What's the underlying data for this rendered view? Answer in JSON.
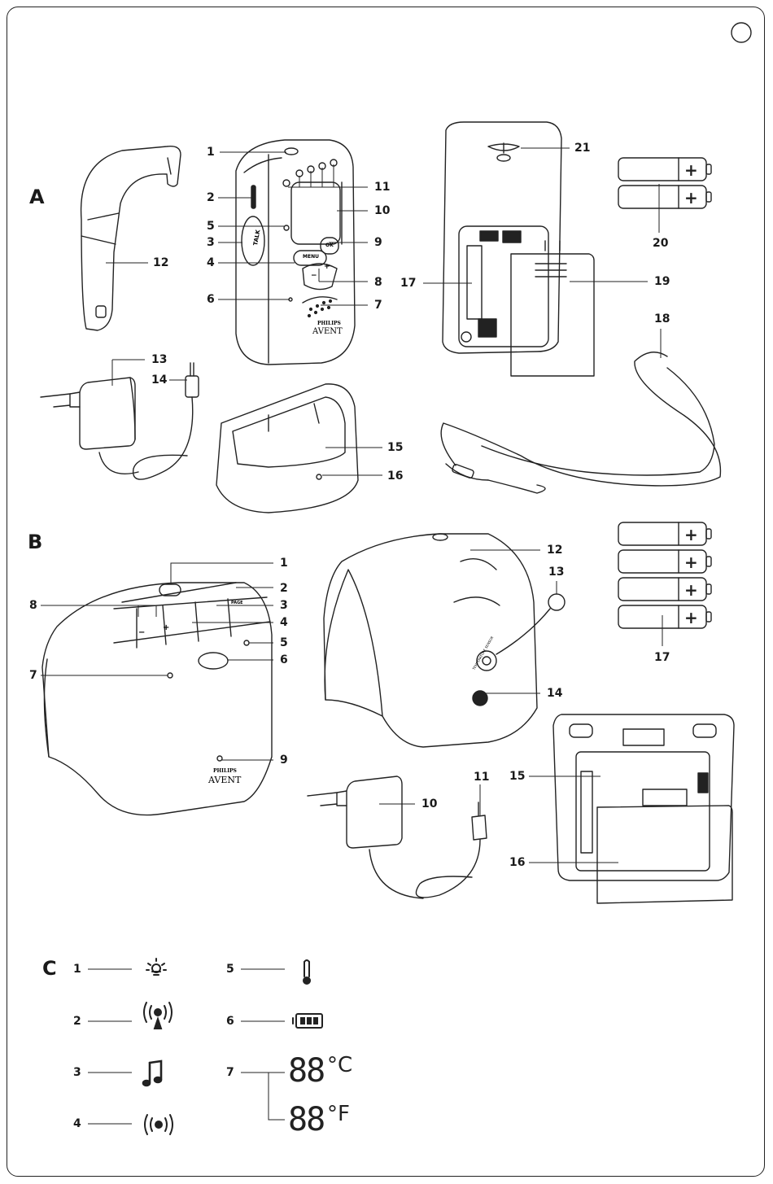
{
  "page_marker": "",
  "sections": {
    "a": "A",
    "b": "B",
    "c": "C"
  },
  "section_a": {
    "callouts": [
      "1",
      "2",
      "3",
      "4",
      "5",
      "6",
      "7",
      "8",
      "9",
      "10",
      "11",
      "12",
      "13",
      "14",
      "15",
      "16",
      "17",
      "18",
      "19",
      "20",
      "21"
    ],
    "device_text": {
      "talk": "TALK",
      "menu": "MENU",
      "ok": "OK",
      "minus": "−",
      "plus": "+",
      "brand": "PHILIPS",
      "logo": "AVENT"
    }
  },
  "section_b": {
    "callouts_front": [
      "1",
      "2",
      "3",
      "4",
      "5",
      "6",
      "7",
      "8",
      "9"
    ],
    "callouts_back": [
      "10",
      "11",
      "12",
      "13",
      "14",
      "15",
      "16",
      "17"
    ],
    "device_text": {
      "minus": "−",
      "plus": "+",
      "page": "PAGE",
      "brand": "PHILIPS",
      "logo": "AVENT",
      "sensor": "TEMPERATURE SENSOR"
    }
  },
  "section_c": {
    "items": [
      {
        "num": "1",
        "icon": "night-light-icon"
      },
      {
        "num": "2",
        "icon": "baby-transmitting-icon"
      },
      {
        "num": "3",
        "icon": "music-note-icon"
      },
      {
        "num": "4",
        "icon": "signal-link-icon"
      },
      {
        "num": "5",
        "icon": "thermometer-icon"
      },
      {
        "num": "6",
        "icon": "battery-full-icon"
      },
      {
        "num": "7",
        "icon": "temperature-display-icon"
      }
    ],
    "lcd_digits": "88",
    "unit_c": "°C",
    "unit_f": "°F"
  }
}
